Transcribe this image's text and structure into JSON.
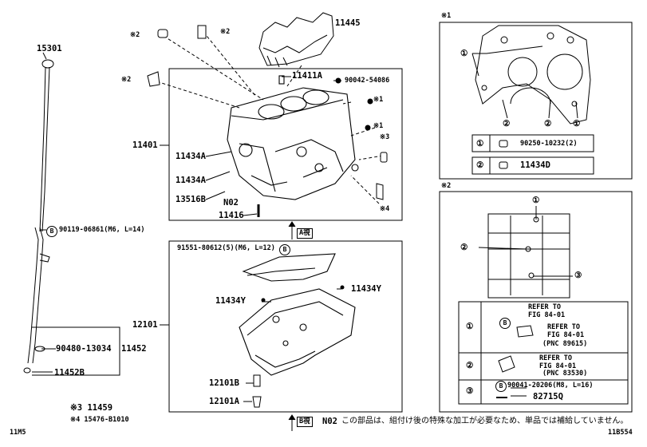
{
  "parts": {
    "p15301": "15301",
    "p11445": "11445",
    "p11411A": "11411A",
    "p90042": "90042-54086",
    "p11401": "11401",
    "p11434A_1": "11434A",
    "p11434A_2": "11434A",
    "p13516B": "13516B",
    "pN02": "N02",
    "p11416": "11416",
    "p90119": "90119-06861(M6, L=14)",
    "p91551": "91551-80612(5)(M6, L=12)",
    "p11434Y_1": "11434Y",
    "p11434Y_2": "11434Y",
    "p12101": "12101",
    "p12101B": "12101B",
    "p12101A": "12101A",
    "p90480": "90480-13034",
    "p11452": "11452",
    "p11452B": "11452B"
  },
  "marks": {
    "star1": "※1",
    "star2": "※2",
    "star3": "※3",
    "star4": "※4",
    "circleB": "B"
  },
  "views": {
    "a_view": "A視",
    "b_view": "B視"
  },
  "footnotes": {
    "n3": "※3 11459",
    "n4": "※4 15476-B1010",
    "n02_code": "N02",
    "n02_text": "この部品は、組付け後の特殊な加工が必要なため、単品では補給していません。"
  },
  "corner": {
    "left": "11M5",
    "right": "11B554"
  },
  "panel1": {
    "title": "※1",
    "callouts": [
      "①",
      "②",
      "②",
      "①"
    ],
    "rows": [
      {
        "num": "①",
        "part": "90250-10232(2)"
      },
      {
        "num": "②",
        "part": "11434D"
      }
    ]
  },
  "panel2": {
    "title": "※2",
    "callouts": [
      "①",
      "②",
      "③"
    ],
    "ref1": [
      "REFER TO",
      "FIG 84-01",
      "REFER TO",
      "FIG 84-01",
      "(PNC 89615)"
    ],
    "ref2": [
      "REFER TO",
      "FIG 84-01",
      "(PNC 83530)"
    ],
    "ref3": [
      "90041-20206(M8, L=16)",
      "82715Q"
    ],
    "nums": [
      "①",
      "②",
      "③"
    ]
  }
}
